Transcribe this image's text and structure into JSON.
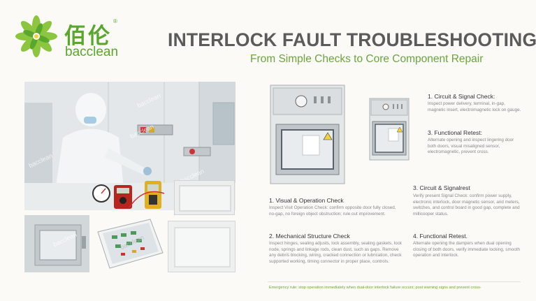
{
  "brand": {
    "name_cn": "佰伦",
    "name_en": "bacclean",
    "registered": "®",
    "colors": {
      "green": "#5aa72e",
      "light_green": "#9fd14a"
    }
  },
  "header": {
    "title": "INTERLOCK FAULT TROUBLESHOOTING",
    "subtitle": "From Simple Checks to Core Component Repair"
  },
  "watermark": "bacclean",
  "right_top": [
    {
      "heading": "1. Circuit & Signal Check:",
      "body": "Inspect power delivery, terminal, in-gap, magnetic insert, electromagnetic lock on gauge."
    },
    {
      "heading": "3. Functional Retest:",
      "body": "Alternate opening and inspect lingering door both doors, visual misaligned sensor, electromagnetic, prevent cross."
    }
  ],
  "steps": [
    {
      "heading": "1. Visual & Operation Check",
      "body": "Inspect Visit Operation Check: confirm opposite door fully closed, no-gap, no foreign object obstruction; rule out improvement."
    },
    {
      "heading": "3. Circuit & Signalrest",
      "body": "Verify present Signal Check: confirm power supply, electronic interlock, door magnetic sensor, and meters, switches, and control board in good gap, complete and millicooper status."
    },
    {
      "heading": "2. Mechanical Structure Check",
      "body": "Inspect hinges, sealing adjusts, lock assembly, sealing gaskets, lock node, springs and linkage rods, clean dust, such as gaps. Remove any debris blocking, wiring, cracked connection or lubrication, check supported working, timing connector in proper place, controls."
    },
    {
      "heading": "4.  Functional Retest.",
      "body": "Alternate opening the dampers when dual opening closing of both doors, verify immediate locking, smooth operation and interlock."
    }
  ],
  "footer": "Emergency rule: stop operation immediately when dual-door interlock failure occurs; post warning signs and prevent cross-",
  "icons": [
    "lotus-logo-icon",
    "multimeter-icon",
    "clamp-meter-icon",
    "gauge-icon",
    "warning-icon",
    "pass-box-icon",
    "circuit-board-icon"
  ]
}
